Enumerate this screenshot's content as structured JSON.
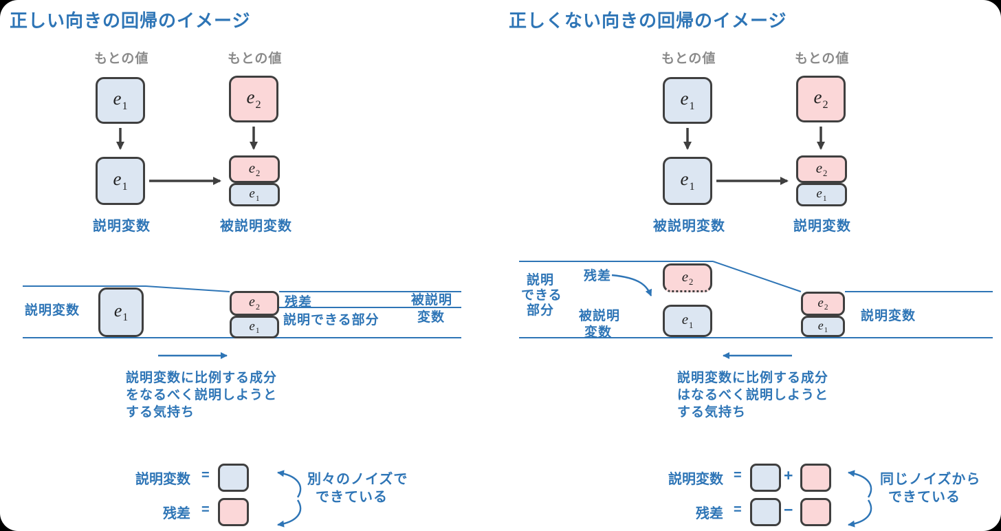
{
  "colors": {
    "accent_blue": "#2e75b6",
    "gray_label": "#8a8a8a",
    "box_blue_fill": "#dce6f2",
    "box_pink_fill": "#fbd7d8",
    "box_border": "#3f3f3f",
    "background": "#ffffff",
    "frame": "#000000"
  },
  "symbols": {
    "e1": {
      "base": "e",
      "sub": "1"
    },
    "e2": {
      "base": "e",
      "sub": "2"
    }
  },
  "panels": [
    {
      "title": "正しい向きの回帰のイメージ",
      "top_diagram": {
        "left_box_label": "もとの値",
        "right_box_label": "もとの値",
        "left_var_label": "説明変数",
        "right_var_label": "被説明変数"
      },
      "middle_diagram": {
        "left_var_label": "説明変数",
        "residual_label": "残差",
        "explained_label": "説明できる部分",
        "right_var_label_lines": [
          "被説明",
          "変数"
        ],
        "caption_lines": [
          "説明変数に比例する成分",
          "をなるべく説明しようと",
          "する気持ち"
        ]
      },
      "equations": {
        "row1_label": "説明変数",
        "row1_equals": "=",
        "row2_label": "残差",
        "row2_equals": "=",
        "note_lines": [
          "別々のノイズで",
          "できている"
        ]
      }
    },
    {
      "title": "正しくない向きの回帰のイメージ",
      "top_diagram": {
        "left_box_label": "もとの値",
        "right_box_label": "もとの値",
        "left_var_label": "被説明変数",
        "right_var_label": "説明変数"
      },
      "middle_diagram": {
        "explained_label_lines": [
          "説明",
          "できる",
          "部分"
        ],
        "residual_label": "残差",
        "explained_var_label_lines": [
          "被説明",
          "変数"
        ],
        "right_var_label": "説明変数",
        "caption_lines": [
          "説明変数に比例する成分",
          "はなるべく説明しようと",
          "する気持ち"
        ]
      },
      "equations": {
        "row1_label": "説明変数",
        "row1_equals": "=",
        "row1_operator": "+",
        "row2_label": "残差",
        "row2_equals": "=",
        "row2_operator": "−",
        "note_lines": [
          "同じノイズから",
          "できている"
        ]
      }
    }
  ]
}
